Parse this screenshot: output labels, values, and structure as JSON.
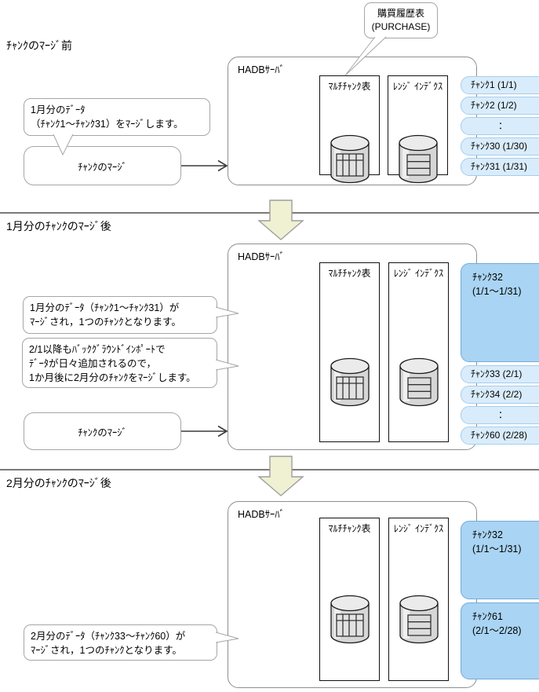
{
  "colors": {
    "chunk_light_blue": "#D9ECFB",
    "chunk_light_blue_border": "#A7CDEC",
    "chunk_merged_blue": "#A9D4F3",
    "chunk_merged_blue_border": "#74ABDC",
    "down_arrow_yellow": "#F0F1D2",
    "divider_gray": "#7A7A7A",
    "box_border_gray": "#8F8F8F"
  },
  "icons": {
    "table_cylinder": "database-table-icon",
    "index_cylinder": "database-index-icon",
    "down_arrow": "down-block-arrow-icon",
    "merge_arrow": "right-arrow-icon"
  },
  "s1": {
    "title": "ﾁｬﾝｸのﾏｰｼﾞ前",
    "purchase_callout": {
      "line1": "購買履歴表",
      "line2": "(PURCHASE)"
    },
    "bubble": {
      "line1": "1月分のﾃﾞｰﾀ",
      "line2": "（ﾁｬﾝｸ1～ﾁｬﾝｸ31）をﾏｰｼﾞします。"
    },
    "merge_label": "ﾁｬﾝｸのﾏｰｼﾞ",
    "server": {
      "label": "HADBｻｰﾊﾞ",
      "rows": [
        "ﾁｬﾝｸ1 (1/1)",
        "ﾁｬﾝｸ2 (1/2)",
        "：",
        "ﾁｬﾝｸ30 (1/30)",
        "ﾁｬﾝｸ31 (1/31)"
      ],
      "table_label": "ﾏﾙﾁﾁｬﾝｸ表",
      "index_label": "ﾚﾝｼﾞ ｲﾝﾃﾞｸｽ"
    }
  },
  "s2": {
    "title": "1月分のﾁｬﾝｸのﾏｰｼﾞ後",
    "bubble1": {
      "line1": "1月分のﾃﾞｰﾀ（ﾁｬﾝｸ1～ﾁｬﾝｸ31）が",
      "line2": "ﾏｰｼﾞされ，1つのﾁｬﾝｸとなります。"
    },
    "bubble2": {
      "line1": "2/1以降もﾊﾞｯｸｸﾞﾗｳﾝﾄﾞｲﾝﾎﾟｰﾄで",
      "line2": "ﾃﾞｰﾀが日々追加されるので，",
      "line3": "1か月後に2月分のﾁｬﾝｸをﾏｰｼﾞします。"
    },
    "merge_label": "ﾁｬﾝｸのﾏｰｼﾞ",
    "server": {
      "label": "HADBｻｰﾊﾞ",
      "merged_chunk": {
        "line1": "ﾁｬﾝｸ32",
        "line2": "(1/1～1/31)"
      },
      "rows": [
        "ﾁｬﾝｸ33 (2/1)",
        "ﾁｬﾝｸ34 (2/2)",
        "：",
        "ﾁｬﾝｸ60 (2/28)"
      ],
      "table_label": "ﾏﾙﾁﾁｬﾝｸ表",
      "index_label": "ﾚﾝｼﾞ ｲﾝﾃﾞｸｽ"
    }
  },
  "s3": {
    "title": "2月分のﾁｬﾝｸのﾏｰｼﾞ後",
    "bubble": {
      "line1": "2月分のﾃﾞｰﾀ（ﾁｬﾝｸ33～ﾁｬﾝｸ60）が",
      "line2": "ﾏｰｼﾞされ，1つのﾁｬﾝｸとなります。"
    },
    "server": {
      "label": "HADBｻｰﾊﾞ",
      "merged_chunk_jan": {
        "line1": "ﾁｬﾝｸ32",
        "line2": "(1/1～1/31)"
      },
      "merged_chunk_feb": {
        "line1": "ﾁｬﾝｸ61",
        "line2": "(2/1～2/28)"
      },
      "table_label": "ﾏﾙﾁﾁｬﾝｸ表",
      "index_label": "ﾚﾝｼﾞ ｲﾝﾃﾞｸｽ"
    }
  }
}
